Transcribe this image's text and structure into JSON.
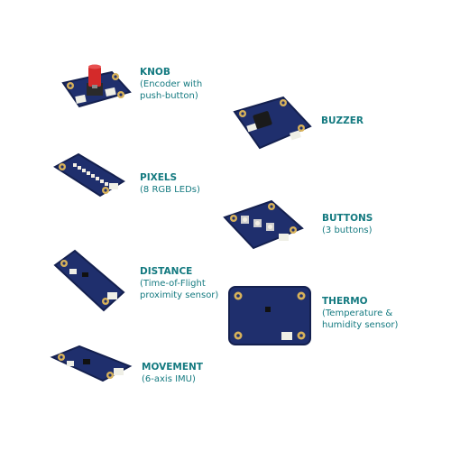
{
  "colors": {
    "label_text": "#147a80",
    "board": "#1f2f6d",
    "board_edge": "#14204f",
    "pad_gold": "#d8b25a",
    "connector": "#efefe6",
    "knob_red": "#d42a2a",
    "led_white": "#f3efe4"
  },
  "modules": [
    {
      "id": "knob",
      "title": "KNOB",
      "description": "(Encoder with\npush-button)"
    },
    {
      "id": "buzzer",
      "title": "BUZZER",
      "description": ""
    },
    {
      "id": "pixels",
      "title": "PIXELS",
      "description": "(8 RGB LEDs)"
    },
    {
      "id": "buttons",
      "title": "BUTTONS",
      "description": "(3 buttons)"
    },
    {
      "id": "distance",
      "title": "DISTANCE",
      "description": "(Time-of-Flight\nproximity sensor)"
    },
    {
      "id": "thermo",
      "title": "THERMO",
      "description": "(Temperature &\nhumidity sensor)"
    },
    {
      "id": "movement",
      "title": "MOVEMENT",
      "description": "(6-axis IMU)"
    }
  ]
}
